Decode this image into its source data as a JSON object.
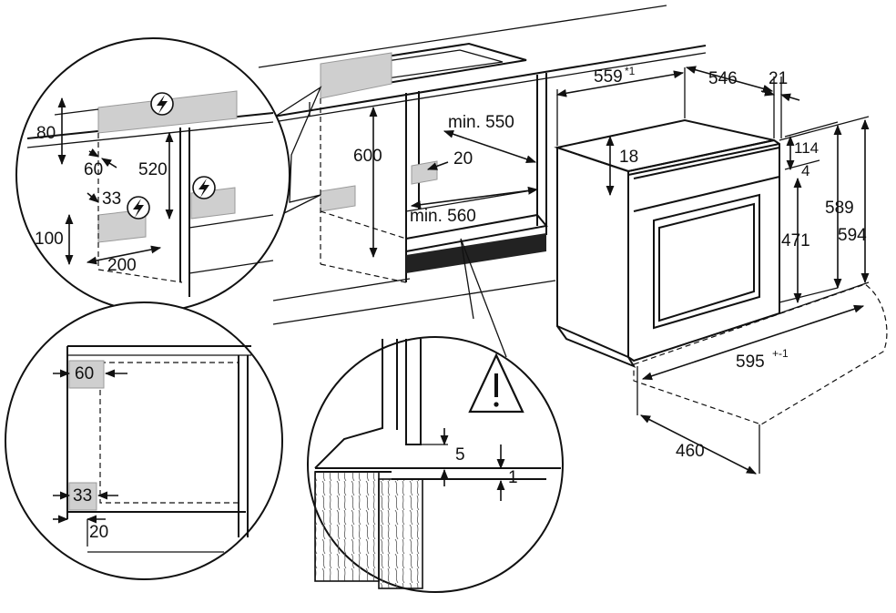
{
  "dimensions": {
    "oven_depth_total": "559",
    "oven_depth_total_tolerance": "*1",
    "oven_body_depth": "546",
    "front_panel_thickness": "21",
    "top_panel_gap": "18",
    "control_panel_height": "114",
    "panel_gap": "4",
    "door_height": "471",
    "body_height": "589",
    "front_height": "594",
    "front_width": "595",
    "front_width_tolerance": "+-1",
    "body_width": "460",
    "niche_height": "600",
    "niche_min_depth": "min. 550",
    "niche_min_width": "min. 560",
    "vent_opening": "20"
  },
  "detail_power": {
    "offset_top": "80",
    "socket_offset": "60",
    "socket_height": "520",
    "cable_offset": "33",
    "cable_height": "100",
    "cable_width": "200"
  },
  "detail_cabinet": {
    "top_clearance": "60",
    "bottom_clearance": "33",
    "side_gap": "20"
  },
  "detail_mounting": {
    "gap_upper": "5",
    "gap_lower": "1"
  },
  "icons": [
    "power-warning-icon",
    "caution-triangle-icon"
  ]
}
